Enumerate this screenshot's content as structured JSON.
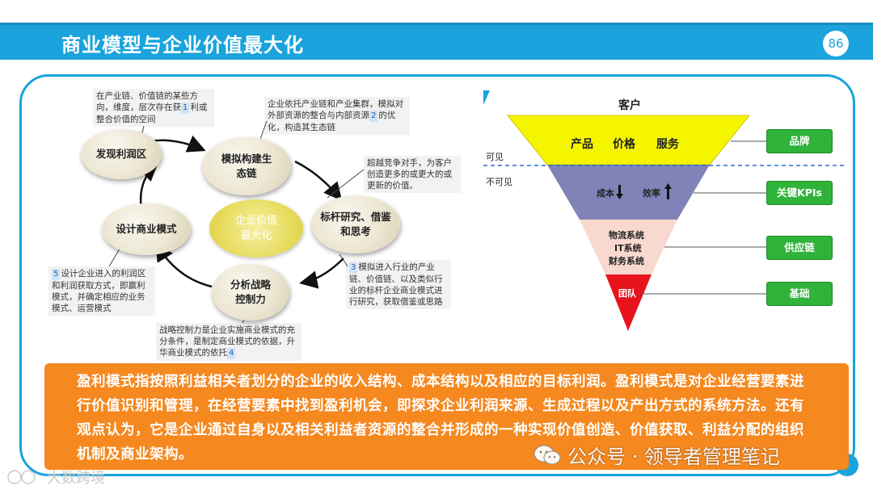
{
  "header": {
    "title": "商业模型与企业价值最大化",
    "page_number": "86"
  },
  "left_diagram": {
    "center": "企业价值\n最大化",
    "nodes": {
      "discover": "发现利润区",
      "simulate": "模拟构建生\n态链",
      "benchmark": "标杆研究、借鉴\n和思考",
      "strategy": "分析战略\n控制力",
      "design": "设计商业模式"
    },
    "notes": {
      "n1": {
        "num": "1",
        "text_before": "在产业链、价值链的某些方向，维度，层次存在获",
        "text_after": "利或整合价值的空间"
      },
      "n2": {
        "num": "2",
        "text_before": "企业依托产业链和产业集群，模拟对外部资源的整合与内部资源",
        "text_after": "的优化，构造其生态链"
      },
      "n_benchmark": {
        "text": "超越竞争对手，为客户创造更多的或更大的或更新的价值。"
      },
      "n3": {
        "num": "3",
        "text": "模拟进入行业的产业链、价值链、以及类似行业的标杆企业商业模式进行研究，获取借鉴或思路"
      },
      "n4": {
        "num": "4",
        "text": "战略控制力是企业实施商业模式的充分条件，是制定商业模式的依据，升华商业模式的依托"
      },
      "n5": {
        "num": "5",
        "text": "设计企业进入的利润区和利润获取方式，即赢利模式，并确定相应的业务模式、运营模式"
      }
    }
  },
  "right_diagram": {
    "customer": "客户",
    "visible": "可见",
    "invisible": "不可见",
    "tiers": {
      "top": {
        "items": [
          "产品",
          "价格",
          "服务"
        ],
        "color": "#f5f500"
      },
      "second": {
        "cost": "成本",
        "efficiency": "效率",
        "color": "#7f83b8"
      },
      "third": {
        "lines": [
          "物流系统",
          "IT系统",
          "财务系统"
        ],
        "color": "#f9d9cf"
      },
      "bottom": {
        "label": "团队",
        "color": "#e8141d"
      }
    },
    "buttons": [
      "品牌",
      "关键KPIs",
      "供应链",
      "基础"
    ],
    "button_color": "#2fb33a"
  },
  "summary": {
    "text": "盈利模式指按照利益相关者划分的企业的收入结构、成本结构以及相应的目标利润。盈利模式是对企业经营要素进行价值识别和管理，在经营要素中找到盈利机会，即探求企业利润来源、生成过程以及产出方式的系统方法。还有观点认为，它是企业通过自身以及相关利益者资源的整合并形成的一种实现价值创造、价值获取、利益分配的组织机制及商业架构。"
  },
  "watermarks": {
    "right": "公众号 · 领导者管理笔记",
    "left": "大数跨境"
  }
}
